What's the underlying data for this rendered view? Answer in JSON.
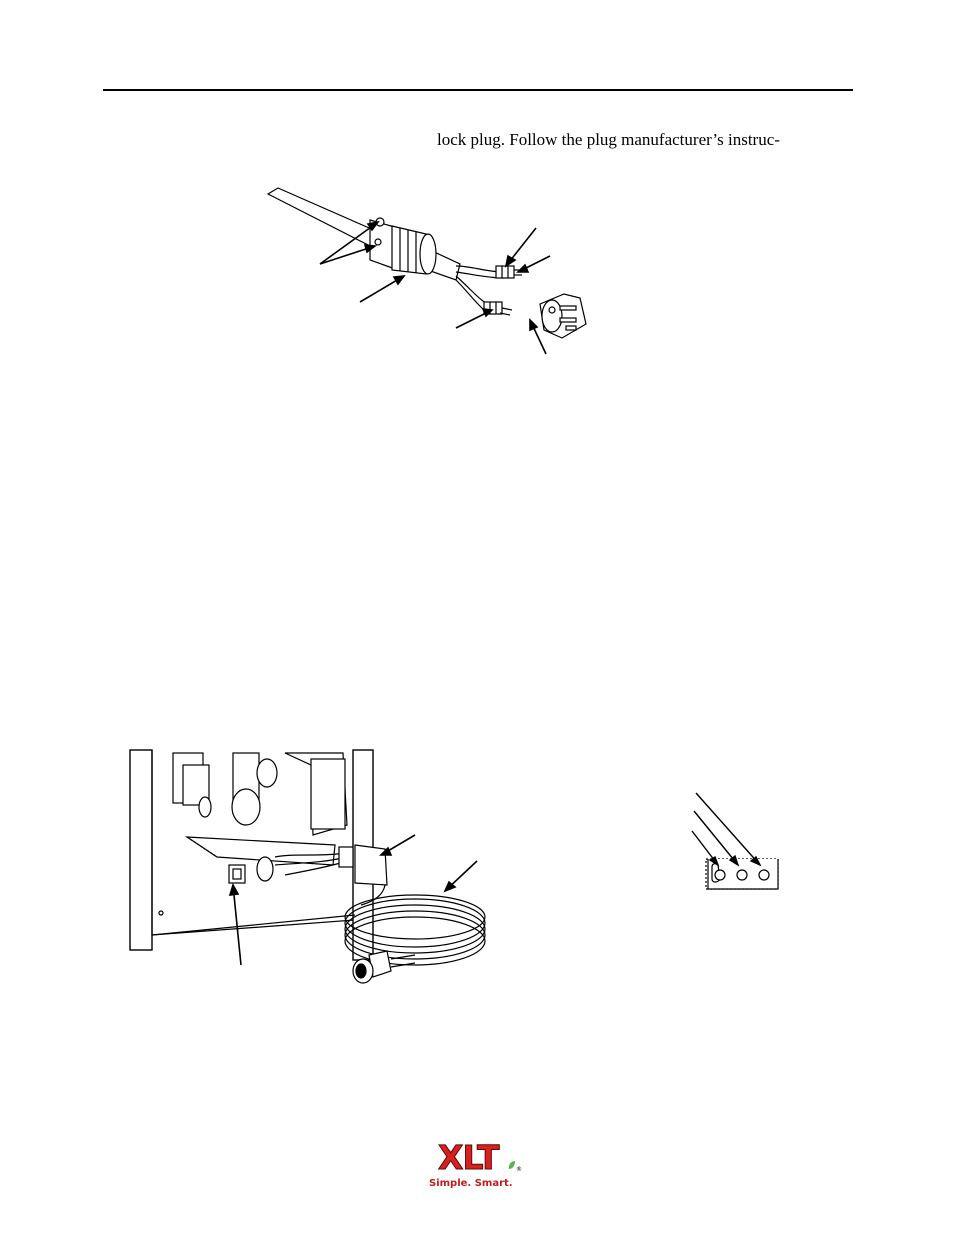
{
  "page": {
    "body_text": "lock plug.  Follow the plug manufacturer’s instruc-"
  },
  "figures": {
    "plug_assembly": {
      "icon": "twist-lock-plug-assembly-diagram"
    },
    "oven_underside": {
      "icon": "oven-power-cord-installation-diagram"
    },
    "connector": {
      "icon": "three-pin-connector-diagram"
    }
  },
  "logo": {
    "mark": "XLT",
    "tagline": "Simple. Smart.",
    "brand_color": "#d8211f",
    "leaf_color": "#5bb34a"
  }
}
